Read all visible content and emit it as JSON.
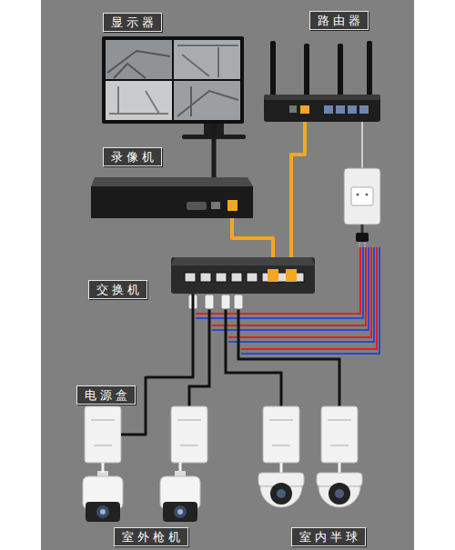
{
  "diagram": {
    "nodes": [
      {
        "text": [
          "显示器"
        ]
      },
      {
        "text": [
          "路由器"
        ]
      },
      {
        "text": [
          "录像机"
        ]
      },
      {
        "text": [
          "交换机"
        ]
      },
      {
        "text": [
          "电源盒"
        ]
      },
      {
        "text": [
          "室外枪机"
        ]
      },
      {
        "text": [
          "室内半球"
        ]
      }
    ],
    "edges": [
      {
        "from": 0,
        "to": 2,
        "arrow": "none"
      },
      {
        "from": 2,
        "to": 3,
        "arrow": "none"
      },
      {
        "from": 1,
        "to": 3,
        "arrow": "none"
      },
      {
        "from": 3,
        "to": 4,
        "arrow": "none"
      },
      {
        "from": 4,
        "to": 5,
        "arrow": "none"
      }
    ]
  }
}
